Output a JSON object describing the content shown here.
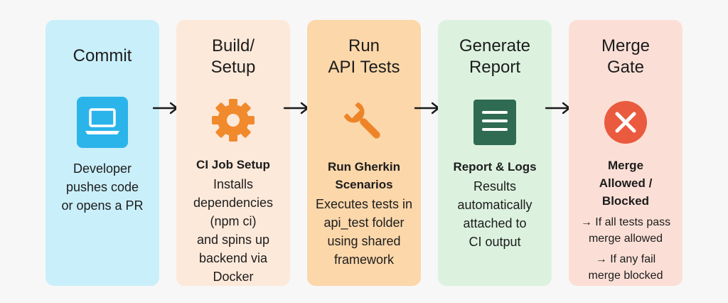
{
  "steps": [
    {
      "title_lines": [
        "Commit"
      ],
      "icon": "laptop-icon",
      "body_lines": [
        "Developer",
        "pushes code",
        "or opens a PR"
      ]
    },
    {
      "title_lines": [
        "Build/",
        "Setup"
      ],
      "icon": "gear-icon",
      "subhead_lines": [
        "CI Job Setup"
      ],
      "desc_lines": [
        "Installs",
        "dependencies",
        "(npm ci)",
        "and spins up",
        "backend via",
        "Docker"
      ]
    },
    {
      "title_lines": [
        "Run",
        "API Tests"
      ],
      "icon": "wrench-icon",
      "subhead_lines": [
        "Run Gherkin",
        "Scenarios"
      ],
      "desc_lines": [
        "Executes tests in",
        "api_test folder",
        "using shared",
        "framework"
      ]
    },
    {
      "title_lines": [
        "Generate",
        "Report"
      ],
      "icon": "document-icon",
      "subhead_lines": [
        "Report & Logs"
      ],
      "desc_lines": [
        "Results",
        "automatically",
        "attached to",
        "CI output"
      ]
    },
    {
      "title_lines": [
        "Merge",
        "Gate"
      ],
      "icon": "x-circle-icon",
      "subhead_lines": [
        "Merge",
        "Allowed /",
        "Blocked"
      ],
      "bullets": [
        [
          "→ If all tests pass",
          "merge allowed"
        ],
        [
          "→ If any fail",
          "merge blocked"
        ]
      ]
    }
  ],
  "colors": {
    "card_commit": "#c9effa",
    "card_build": "#fde9da",
    "card_tests": "#fcd7aa",
    "card_report": "#dcf2df",
    "card_merge": "#fbdfd6",
    "laptop_bg": "#2bb4ea",
    "gear": "#f08a2c",
    "wrench": "#ee8428",
    "doc": "#2e6b52",
    "x_circle": "#ea5a3e",
    "arrow": "#1a1a1a"
  }
}
